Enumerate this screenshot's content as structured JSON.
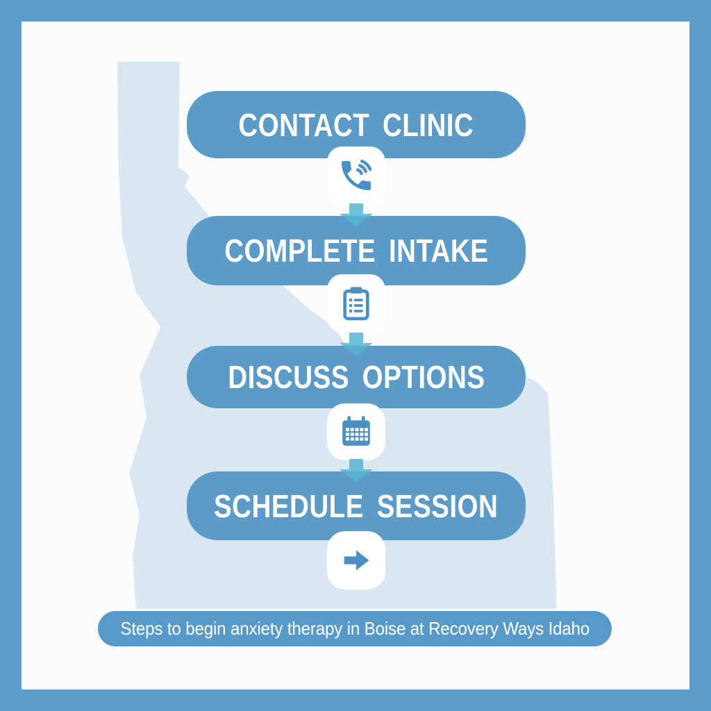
{
  "poster": {
    "caption": {
      "text": "Steps to begin anxiety therapy in Boise at Recovery Ways Idaho"
    },
    "steps": [
      {
        "label": "CONTACT CLINIC",
        "icon": "phone-icon"
      },
      {
        "label": "COMPLETE INTAKE",
        "icon": "clipboard-checklist-icon"
      },
      {
        "label": "DISCUSS OPTIONS",
        "icon": "calendar-icon"
      },
      {
        "label": "SCHEDULE SESSION",
        "icon": "arrow-right-icon"
      }
    ],
    "connector_icon": "down-arrow-icon",
    "background_graphic": "idaho-state-silhouette"
  },
  "colors": {
    "frame": "#5b9cc9",
    "bg": "#fbfcfd",
    "map": "#d9e7f3",
    "pill": "#5c9bc8",
    "caption": "#579aca",
    "icon": "#4b90c3",
    "teal": "#57b4d2"
  }
}
